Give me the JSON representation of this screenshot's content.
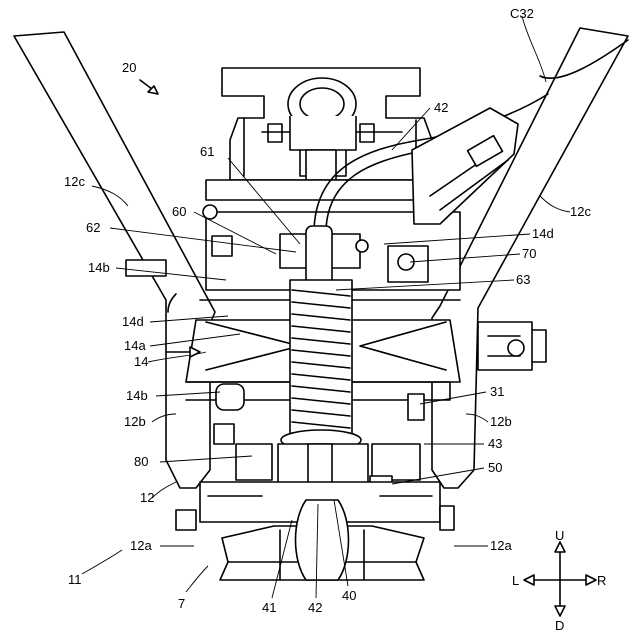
{
  "labels": {
    "ref_20": "20",
    "ref_c32": "C32",
    "ref_42_top": "42",
    "ref_61": "61",
    "ref_12c_left": "12c",
    "ref_12c_right": "12c",
    "ref_60": "60",
    "ref_62": "62",
    "ref_14d_top": "14d",
    "ref_70": "70",
    "ref_14b_top": "14b",
    "ref_63": "63",
    "ref_14d_left": "14d",
    "ref_14a": "14a",
    "ref_14": "14",
    "ref_14b_bottom": "14b",
    "ref_31": "31",
    "ref_12b_left": "12b",
    "ref_12b_right": "12b",
    "ref_43": "43",
    "ref_80": "80",
    "ref_50": "50",
    "ref_12": "12",
    "ref_12a_left": "12a",
    "ref_12a_right": "12a",
    "ref_11": "11",
    "ref_7": "7",
    "ref_41": "41",
    "ref_42_bottom": "42",
    "ref_40": "40"
  },
  "compass": {
    "up": "U",
    "down": "D",
    "left": "L",
    "right": "R"
  }
}
